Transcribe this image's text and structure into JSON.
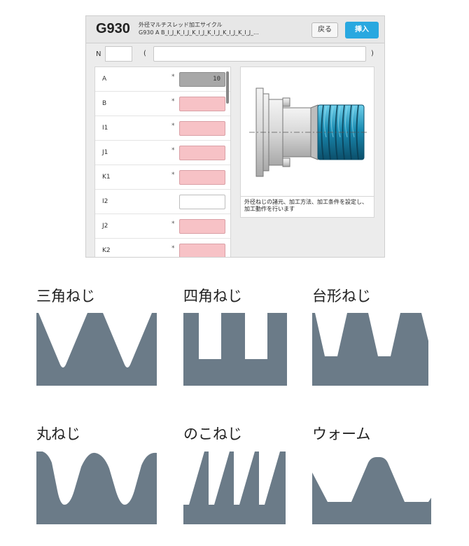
{
  "dialog": {
    "code": "G930",
    "cycle_name": "外径マルチスレッド加工サイクル",
    "syntax": "G930 A B_I_J_K_I_J_K_I_J_K_I_J_K_I_J_K_I_J_...",
    "back_label": "戻る",
    "insert_label": "挿入",
    "n_label": "N",
    "n_value": "",
    "paren_open": "(",
    "paren_close": ")",
    "comment_value": "",
    "params": [
      {
        "label": "A",
        "required": "*",
        "value": "10",
        "state": "set"
      },
      {
        "label": "B",
        "required": "*",
        "value": "",
        "state": "missing"
      },
      {
        "label": "I1",
        "required": "*",
        "value": "",
        "state": "missing"
      },
      {
        "label": "J1",
        "required": "*",
        "value": "",
        "state": "missing"
      },
      {
        "label": "K1",
        "required": "*",
        "value": "",
        "state": "missing"
      },
      {
        "label": "I2",
        "required": "",
        "value": "",
        "state": "optional"
      },
      {
        "label": "J2",
        "required": "*",
        "value": "",
        "state": "missing"
      },
      {
        "label": "K2",
        "required": "*",
        "value": "",
        "state": "missing"
      }
    ],
    "description": "外径ねじの諸元、加工方法、加工条件を設定し、加工動作を行います"
  },
  "thread_types": [
    {
      "label": "三角ねじ",
      "icon": "triangular-thread-profile-icon"
    },
    {
      "label": "四角ねじ",
      "icon": "square-thread-profile-icon"
    },
    {
      "label": "台形ねじ",
      "icon": "trapezoidal-thread-profile-icon"
    },
    {
      "label": "丸ねじ",
      "icon": "round-thread-profile-icon"
    },
    {
      "label": "のこねじ",
      "icon": "buttress-thread-profile-icon"
    },
    {
      "label": "ウォーム",
      "icon": "worm-thread-profile-icon"
    }
  ],
  "colors": {
    "accent": "#29a8e0",
    "missing_field": "#f7c2c6",
    "set_field": "#a8a8a8",
    "profile": "#6b7b88",
    "thread_part": "#1d8fb5"
  }
}
